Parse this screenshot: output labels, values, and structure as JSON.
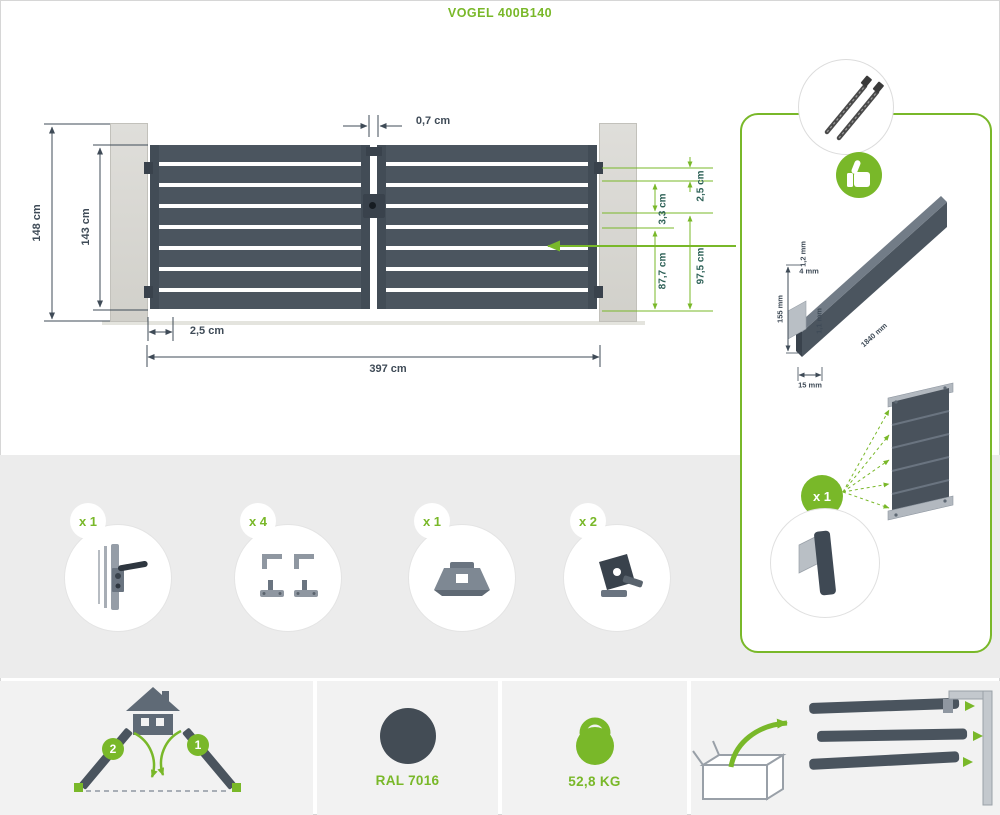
{
  "title": "VOGEL 400B140",
  "colors": {
    "accent_green": "#79b829",
    "slat_dark": "#4b555f",
    "post_gray": "#d9d8d2",
    "ral_7016": "#434c55",
    "band_gray": "#ececec",
    "dim_dark": "#3f4b57",
    "dim_teal": "#2e6157"
  },
  "gate": {
    "gap_top": "0,7 cm",
    "total_height": "148 cm",
    "leaf_height": "143 cm",
    "slat_gap": "2,5 cm",
    "slat_width": "3,3 cm",
    "height_877": "87,7 cm",
    "height_975": "97,5 cm",
    "post_gap": "2,5 cm",
    "total_width": "397 cm"
  },
  "detail": {
    "count": "x 1",
    "t12": "1,2 mm",
    "t4": "4 mm",
    "t155": "155 mm",
    "t11": "1,1 mm",
    "t1840": "1840 mm",
    "t15": "15 mm"
  },
  "hardware": [
    {
      "qty": "x 1",
      "name": "lock-kit-icon"
    },
    {
      "qty": "x 4",
      "name": "hinge-set-icon"
    },
    {
      "qty": "x 1",
      "name": "gate-stop-icon"
    },
    {
      "qty": "x 2",
      "name": "latch-icon"
    }
  ],
  "footer": {
    "step_left": "2",
    "step_right": "1",
    "color": "RAL 7016",
    "weight": "52,8 KG"
  }
}
